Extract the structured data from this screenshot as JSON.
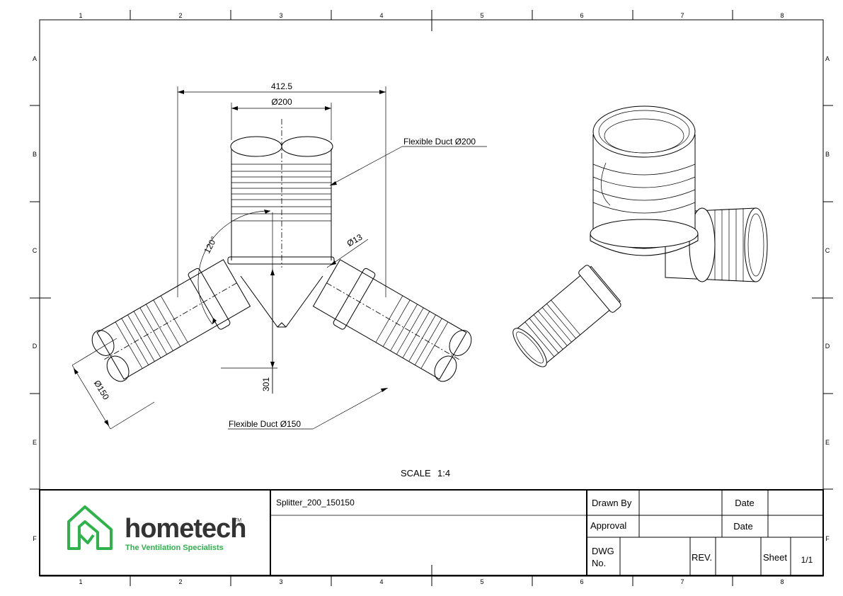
{
  "zones": {
    "cols": [
      "1",
      "2",
      "3",
      "4",
      "5",
      "6",
      "7",
      "8"
    ],
    "rows": [
      "A",
      "B",
      "C",
      "D",
      "E",
      "F"
    ]
  },
  "dimensions": {
    "overall_width": "412.5",
    "top_diameter": "Ø200",
    "angle": "120°",
    "wall": "Ø13",
    "height": "301",
    "branch_diameter": "Ø150"
  },
  "callouts": {
    "top_duct": "Flexible Duct Ø200",
    "branch_duct": "Flexible Duct Ø150"
  },
  "scale": {
    "label": "SCALE",
    "value": "1:4"
  },
  "title_block": {
    "logo": {
      "brand": "hometech",
      "tm": "TM",
      "tagline": "The Ventilation Specialists"
    },
    "title": "Splitter_200_150150",
    "drawn_by_label": "Drawn By",
    "date_label": "Date",
    "approval_label": "Approval",
    "date_label_2": "Date",
    "dwg_label_1": "DWG",
    "dwg_label_2": "No.",
    "rev_label": "REV.",
    "sheet_label": "Sheet",
    "sheet_value": "1/1"
  },
  "colors": {
    "logo_green": "#2db34a",
    "line": "#000000"
  }
}
